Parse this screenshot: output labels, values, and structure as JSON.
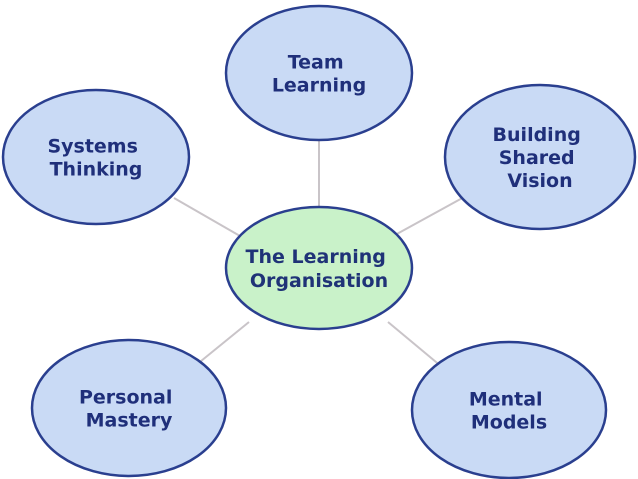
{
  "diagram": {
    "center": {
      "lines": [
        "The Learning",
        "Organisation"
      ]
    },
    "nodes": [
      {
        "id": "team-learning",
        "lines": [
          "Team",
          "Learning"
        ]
      },
      {
        "id": "building-shared-vision",
        "lines": [
          "Building",
          "Shared",
          "Vision"
        ]
      },
      {
        "id": "mental-models",
        "lines": [
          "Mental",
          "Models"
        ]
      },
      {
        "id": "personal-mastery",
        "lines": [
          "Personal",
          "Mastery"
        ]
      },
      {
        "id": "systems-thinking",
        "lines": [
          "Systems",
          "Thinking"
        ]
      }
    ],
    "colors": {
      "outer_fill": "#c9daf5",
      "outer_stroke": "#2a3f8f",
      "center_fill": "#c9f2c9",
      "center_stroke": "#2a3f8f",
      "label": "#1f2f7a",
      "connector": "#c9c4c8"
    }
  }
}
